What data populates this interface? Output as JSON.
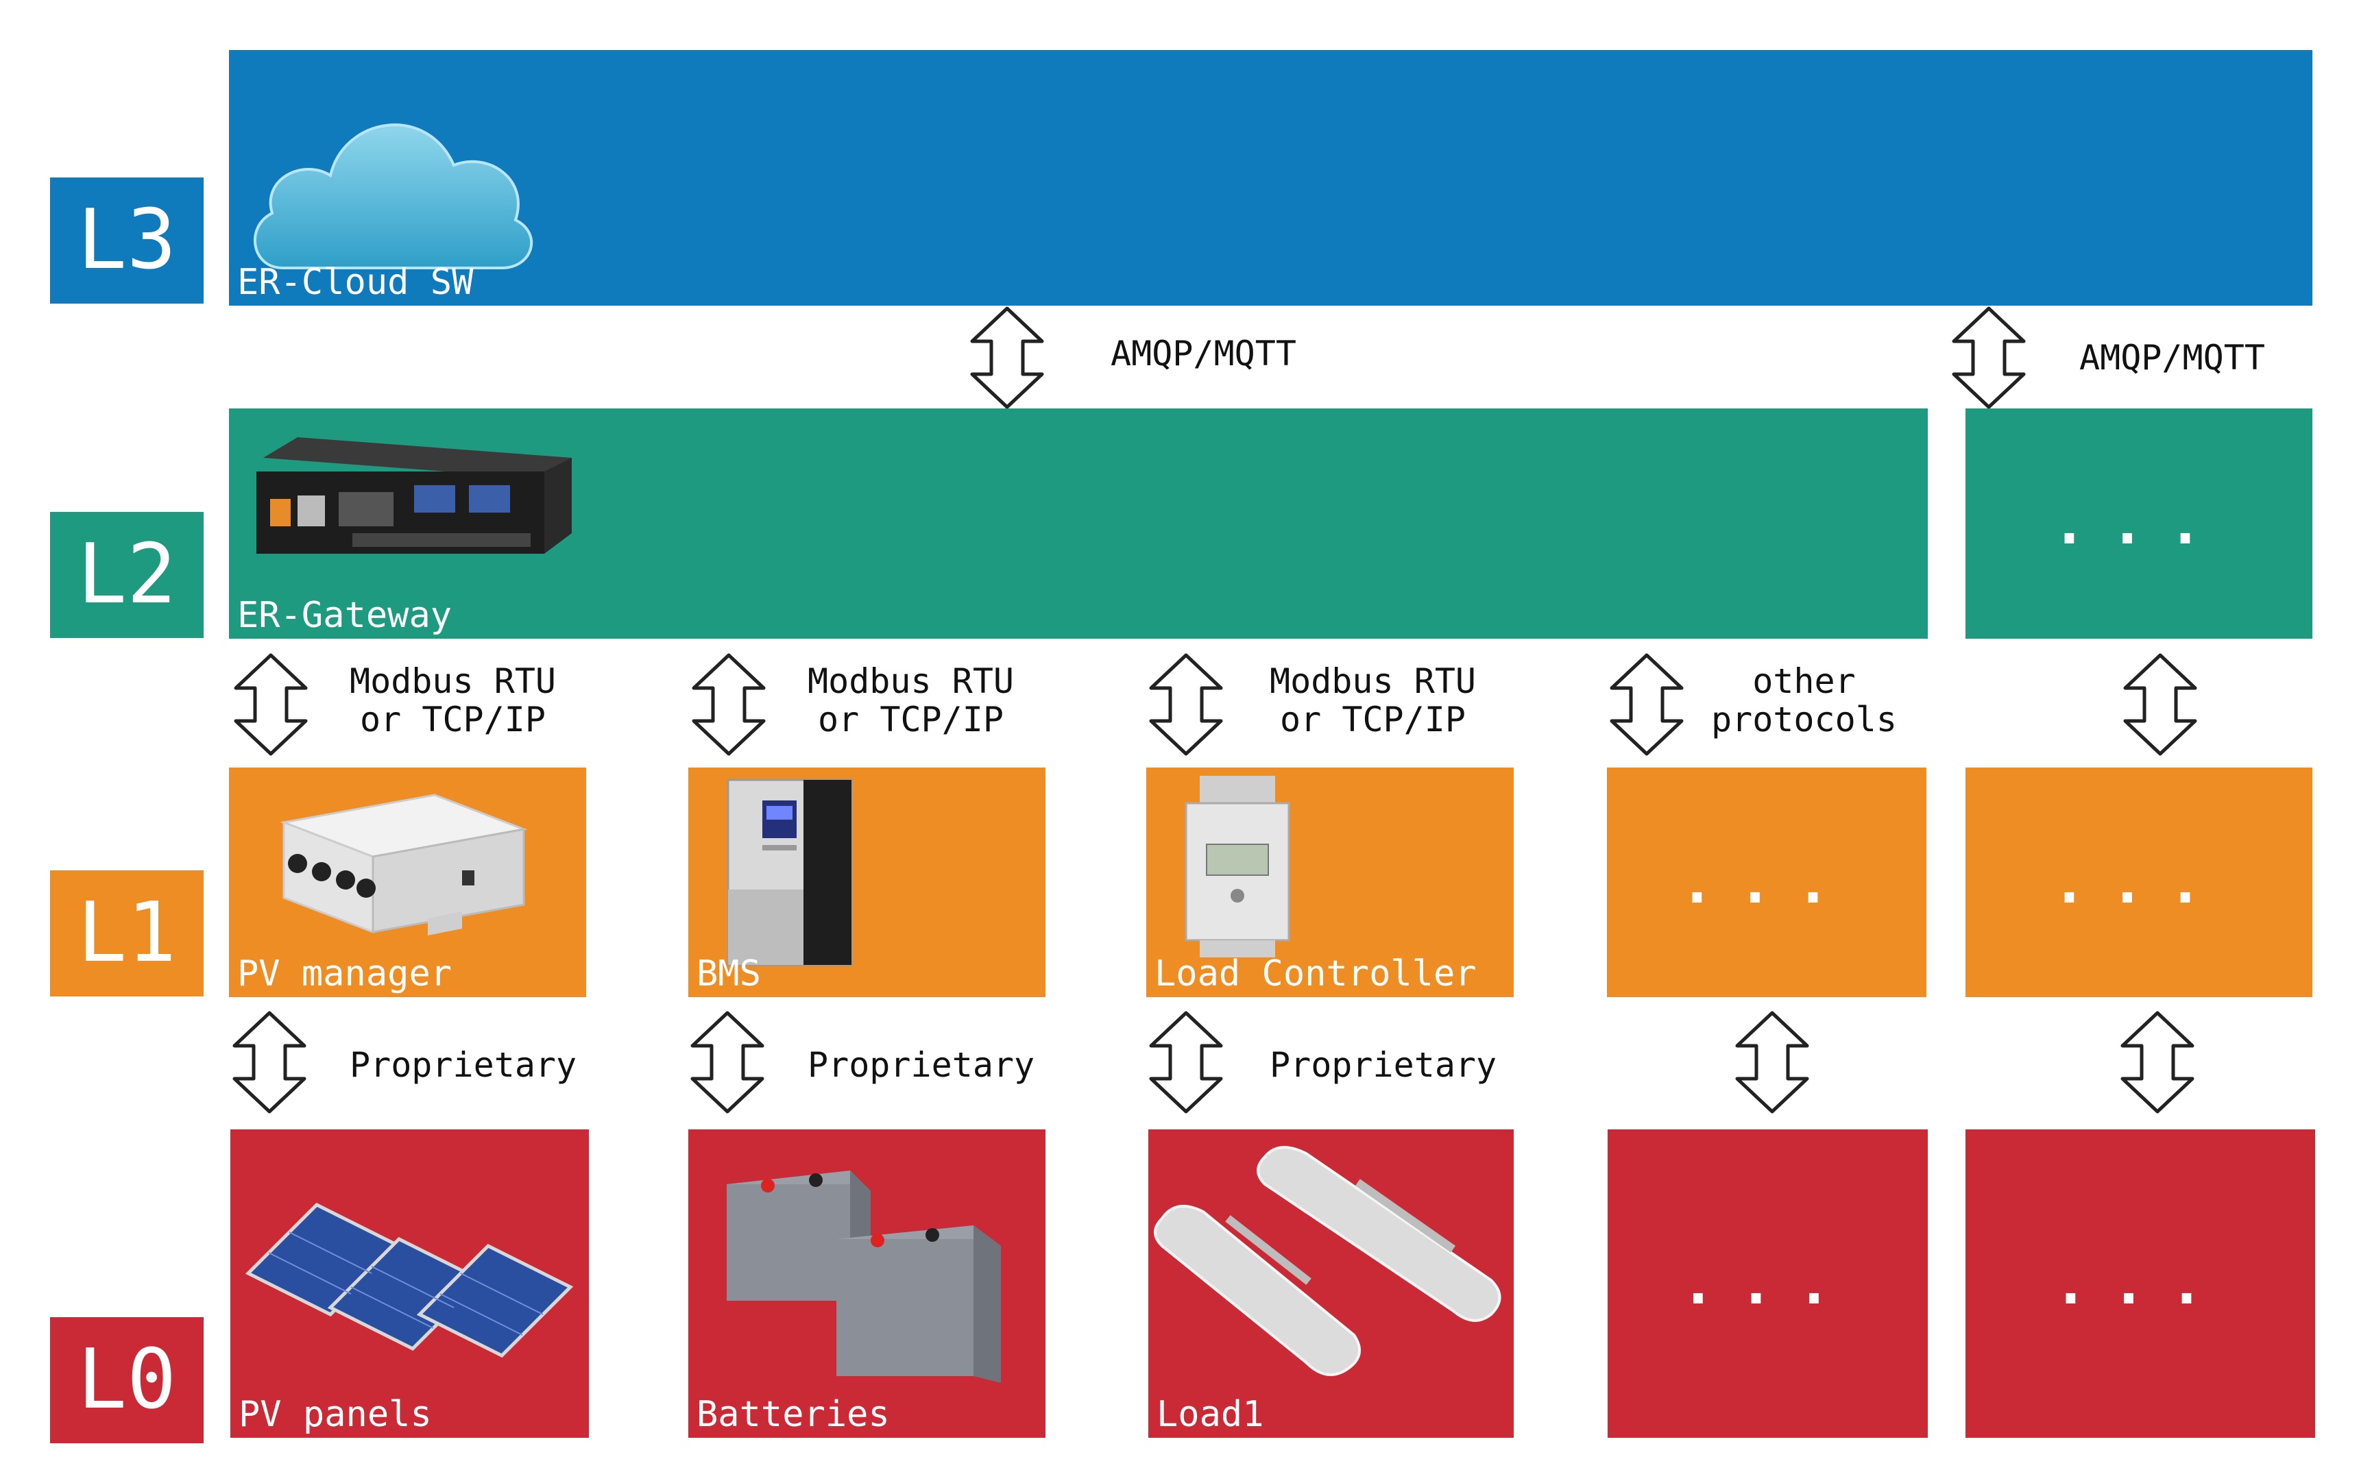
{
  "levels": {
    "l3": "L3",
    "l2": "L2",
    "l1": "L1",
    "l0": "L0"
  },
  "colors": {
    "l3": "#0f7bbd",
    "l2": "#1e9a80",
    "l1": "#ee8d24",
    "l0": "#ca2a36"
  },
  "l3": {
    "caption": "ER-Cloud SW",
    "icon": "cloud-icon"
  },
  "l2": {
    "main_caption": "ER-Gateway",
    "main_icon": "gateway-device-icon",
    "extra": "..."
  },
  "links_l3_l2": [
    "AMQP/MQTT",
    "AMQP/MQTT"
  ],
  "links_l2_l1": [
    [
      "Modbus RTU",
      "or TCP/IP"
    ],
    [
      "Modbus RTU",
      "or TCP/IP"
    ],
    [
      "Modbus RTU",
      "or TCP/IP"
    ],
    [
      "other",
      "protocols"
    ]
  ],
  "l1": [
    "PV manager",
    "BMS",
    "Load Controller",
    "...",
    "..."
  ],
  "links_l1_l0": [
    "Proprietary",
    "Proprietary",
    "Proprietary"
  ],
  "l0": [
    "PV panels",
    "Batteries",
    "Load1",
    "...",
    "..."
  ]
}
